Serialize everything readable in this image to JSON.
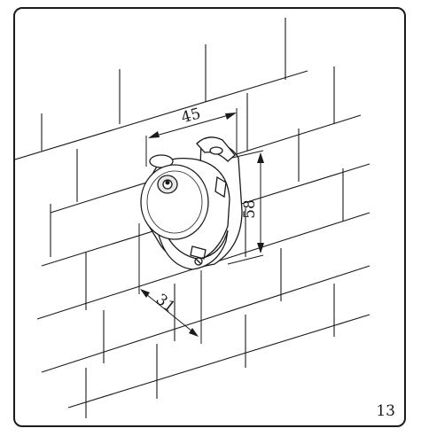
{
  "dimensions": {
    "width": "45",
    "height": "58",
    "depth": "31"
  },
  "page_number": "13",
  "colors": {
    "line": "#1a1a1a",
    "body_fill": "#ffffff",
    "lens_shade": "#e8e8e8"
  }
}
